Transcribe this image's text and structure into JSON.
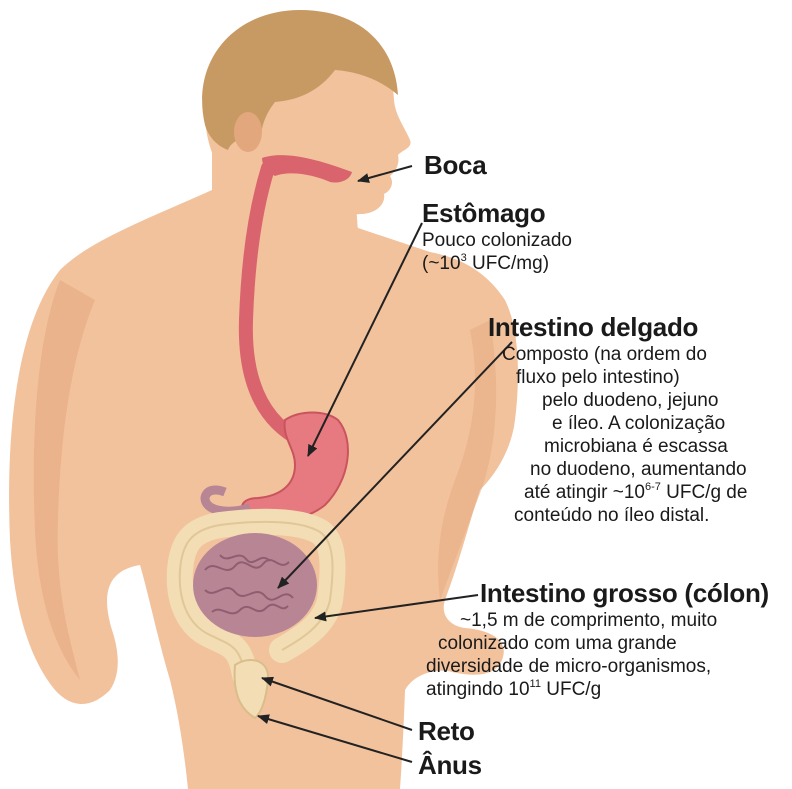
{
  "labels": {
    "boca": {
      "title": "Boca"
    },
    "estomago": {
      "title": "Estômago",
      "line1": "Pouco colonizado",
      "line2_pre": "(~10",
      "line2_sup": "3",
      "line2_post": " UFC/mg)"
    },
    "delgado": {
      "title": "Intestino delgado",
      "line1": "Composto (na ordem do",
      "line2": "fluxo pelo intestino)",
      "line3": "pelo duodeno, jejuno",
      "line4": "e íleo. A colonização",
      "line5": "microbiana é escassa",
      "line6": "no duodeno, aumentando",
      "line7_pre": "até atingir ~10",
      "line7_sup": "6-7",
      "line7_post": " UFC/g de",
      "line8": "conteúdo no íleo distal."
    },
    "grosso": {
      "title": "Intestino grosso (cólon)",
      "line1": "~1,5 m de comprimento, muito",
      "line2": "colonizado com uma grande",
      "line3": "diversidade de micro-organismos,",
      "line4_pre": "atingindo 10",
      "line4_sup": "11",
      "line4_post": " UFC/g"
    },
    "reto": {
      "title": "Reto"
    },
    "anus": {
      "title": "Ânus"
    }
  },
  "colors": {
    "skin": "#f2c29d",
    "skin_shadow": "#e3a77e",
    "hair": "#c89a63",
    "tract": "#d9646e",
    "stomach": "#e67a80",
    "colon": "#f3ddb4",
    "small_intestine": "#b88595",
    "arrow": "#222222"
  }
}
